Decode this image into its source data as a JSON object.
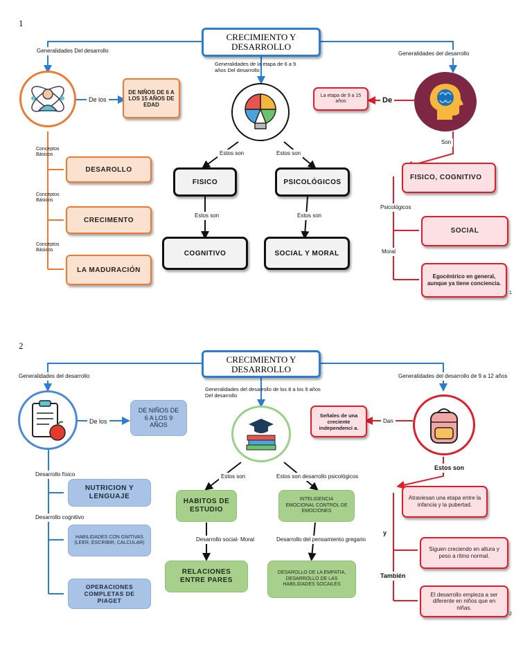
{
  "colors": {
    "blue_line": "#2a7dd1",
    "orange": "#ee7a32",
    "red": "#e01d2a",
    "black": "#111111"
  },
  "page1": {
    "page_number": "1",
    "title": "CRECIMIENTO Y DESARROLLO",
    "left": {
      "header": "Generalidades Del desarrollo",
      "icon": "scientist-icon",
      "connector": "De los",
      "age_box": "DE NIÑOS DE 6 A LOS 15 AÑOS DE EDAD",
      "concept_label": "Conceptos Básicos",
      "items": [
        "DESAROLLO",
        "CRECIMENTO",
        "LA MADURACIÓN"
      ]
    },
    "center": {
      "header": "Generalidades de la etapa de 6 a 9 años Del desarrollo",
      "icon": "brain-puzzle-bulb-icon",
      "label_left": "Estos son",
      "label_right": "Estos son",
      "box1": "FISICO",
      "box2": "PSICOLÓGICOS",
      "label_down_left": "Estos son",
      "label_down_right": "Estos son",
      "box3": "COGNITIVO",
      "box4": "SOCIAL Y MORAL"
    },
    "right": {
      "header": "Generalidades del desarrollo",
      "icon": "brain-head-icon",
      "connector": "De",
      "stage_box": "La etapa de 9 a 15 años",
      "label_son": "Son",
      "box1": "FISICO, COGNITIVO",
      "label_psic": "Psicológicos",
      "box2": "SOCIAL",
      "label_moral": "Moral",
      "box3": "Egocéntrico en general, aunque ya tiene conciencia.",
      "corner_num": "1"
    }
  },
  "page2": {
    "page_number": "2",
    "title": "CRECIMIENTO Y DESARROLLO",
    "left": {
      "header": "Generalidades del desarrollo",
      "icon": "clipboard-apple-icon",
      "connector": "De los",
      "age_box": "DE NIÑOS DE 6 A LOS 9 AÑOS",
      "label1": "Desarrollo físico",
      "box1": "NUTRICION Y LENGUAJE",
      "label2": "Desarrollo cognitivo",
      "box2": "HABILIDADES CON GNITIVAS (LEER, ESCRIBIR, CALCULAR)",
      "box3": "OPERACIONES COMPLETAS DE PIAGET"
    },
    "center": {
      "header": "Generalidades del desarrollo de los 8 a los 9 años Del desarrollo",
      "icon": "books-graduation-cap-icon",
      "label_left": "Estos son",
      "label_right": "Estos son desarrollo psicológicos",
      "box1": "HABITOS DE ESTUDIO",
      "box2": "INTELIGENCIA EMOCIONAL CONTROL DE EMOCIONES",
      "label_down_left": "Desarrollo social- Moral",
      "label_down_right": "Desarrollo del pensamiento gregario",
      "box3": "RELACIONES ENTRE PARES",
      "box4": "DESAROLLO DE LA EMPATIA, DESARROLLO DE LAS HABILIDADES SOCAILES"
    },
    "right": {
      "header": "Generalidades del desarrollo de 9 a 12 años",
      "icon": "backpack-icon",
      "connector": "Dan",
      "signs_box": "Señales de una creciente independenci a.",
      "label_son": "Estos son",
      "box1": "Atraviesan una etapa entre la infancia y la pubertad.",
      "label_y": "y",
      "box2": "Siguen creciendo en altura y peso a ritmo normal.",
      "label_tambien": "También",
      "box3": "El desarrollo empieza a ser diferente en niños que en niñas.",
      "corner_num": "2"
    }
  }
}
